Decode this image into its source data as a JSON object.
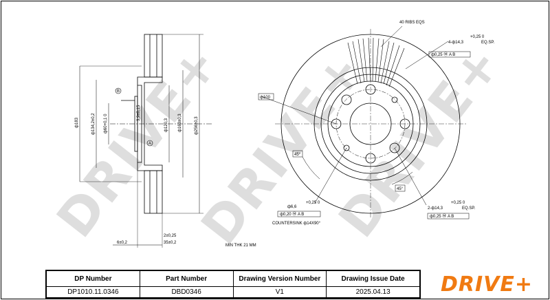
{
  "watermark": {
    "text": "DRIVE+"
  },
  "logo": {
    "text": "DRIVE+",
    "color": "#f07a12"
  },
  "side_view_dims": {
    "d_183": "ф183",
    "d_134": "ф134,2±0,2",
    "d_60": "ф60+0,1 0",
    "d_120": "ф120,3",
    "d_163": "ф163±0,3",
    "d_256": "ф256±0,3",
    "d_39": "3,9±0,15",
    "w_6": "6±0,2",
    "w_35": "35±0,2",
    "mark_2": "2±0,25",
    "min_thk": "MIN THK 21 MM",
    "datum_b": "B",
    "datum_a": "A"
  },
  "front_view_dims": {
    "ribs": "40 RIBS EQS",
    "holes4": "4-ф14,3",
    "holes4_eq": "EQ.SP.",
    "tol_025": "+0,25 0",
    "fcf_4": "ф0,25 Ⓜ A B",
    "pcd_100": "ф100",
    "angle_45": "45°",
    "angle_45b": "45°",
    "hole_66": "ф6,6",
    "fcf_66": "ф0,20 Ⓜ A B",
    "countersink": "COUNTERSINK ф14X90°",
    "holes2": "2-ф14,3",
    "holes2_eq": "EQ.SP.",
    "fcf_2": "ф0,25 Ⓜ A B"
  },
  "title_block": {
    "headers": [
      "DP Number",
      "Part Number",
      "Drawing Version Number",
      "Drawing Issue Date"
    ],
    "values": [
      "DP1010.11.0346",
      "DBD0346",
      "V1",
      "2025.04.13"
    ]
  }
}
